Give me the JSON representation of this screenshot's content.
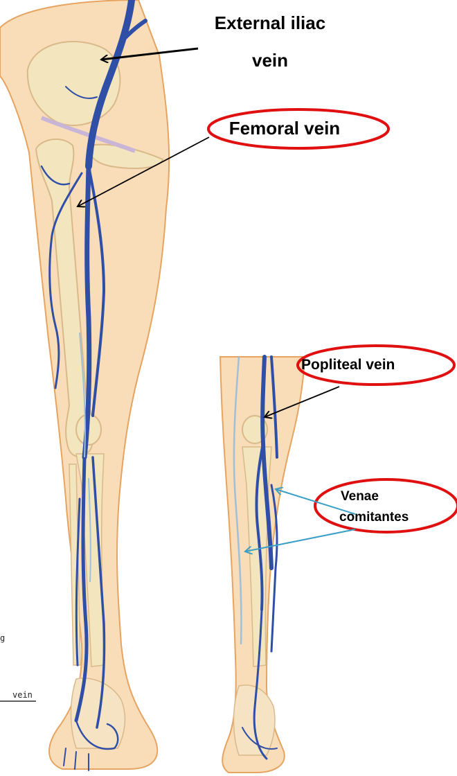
{
  "labels": {
    "external_iliac_line1": "External iliac",
    "external_iliac_line2": "vein",
    "femoral": "Femoral vein",
    "popliteal": "Popliteal vein",
    "venae_line1": "Venae",
    "venae_line2": "comitantes"
  },
  "edge_fragments": {
    "frag1": "g",
    "frag2": "vein"
  },
  "colors": {
    "skin": "#f9dcb8",
    "skin_edge": "#e6a460",
    "bone": "#f3e6bf",
    "vein": "#2f4ea6",
    "vein_light": "#9fc0d8",
    "highlight_ellipse": "#e01010",
    "pointer_black": "#000000",
    "pointer_blue": "#3a9fc6"
  }
}
